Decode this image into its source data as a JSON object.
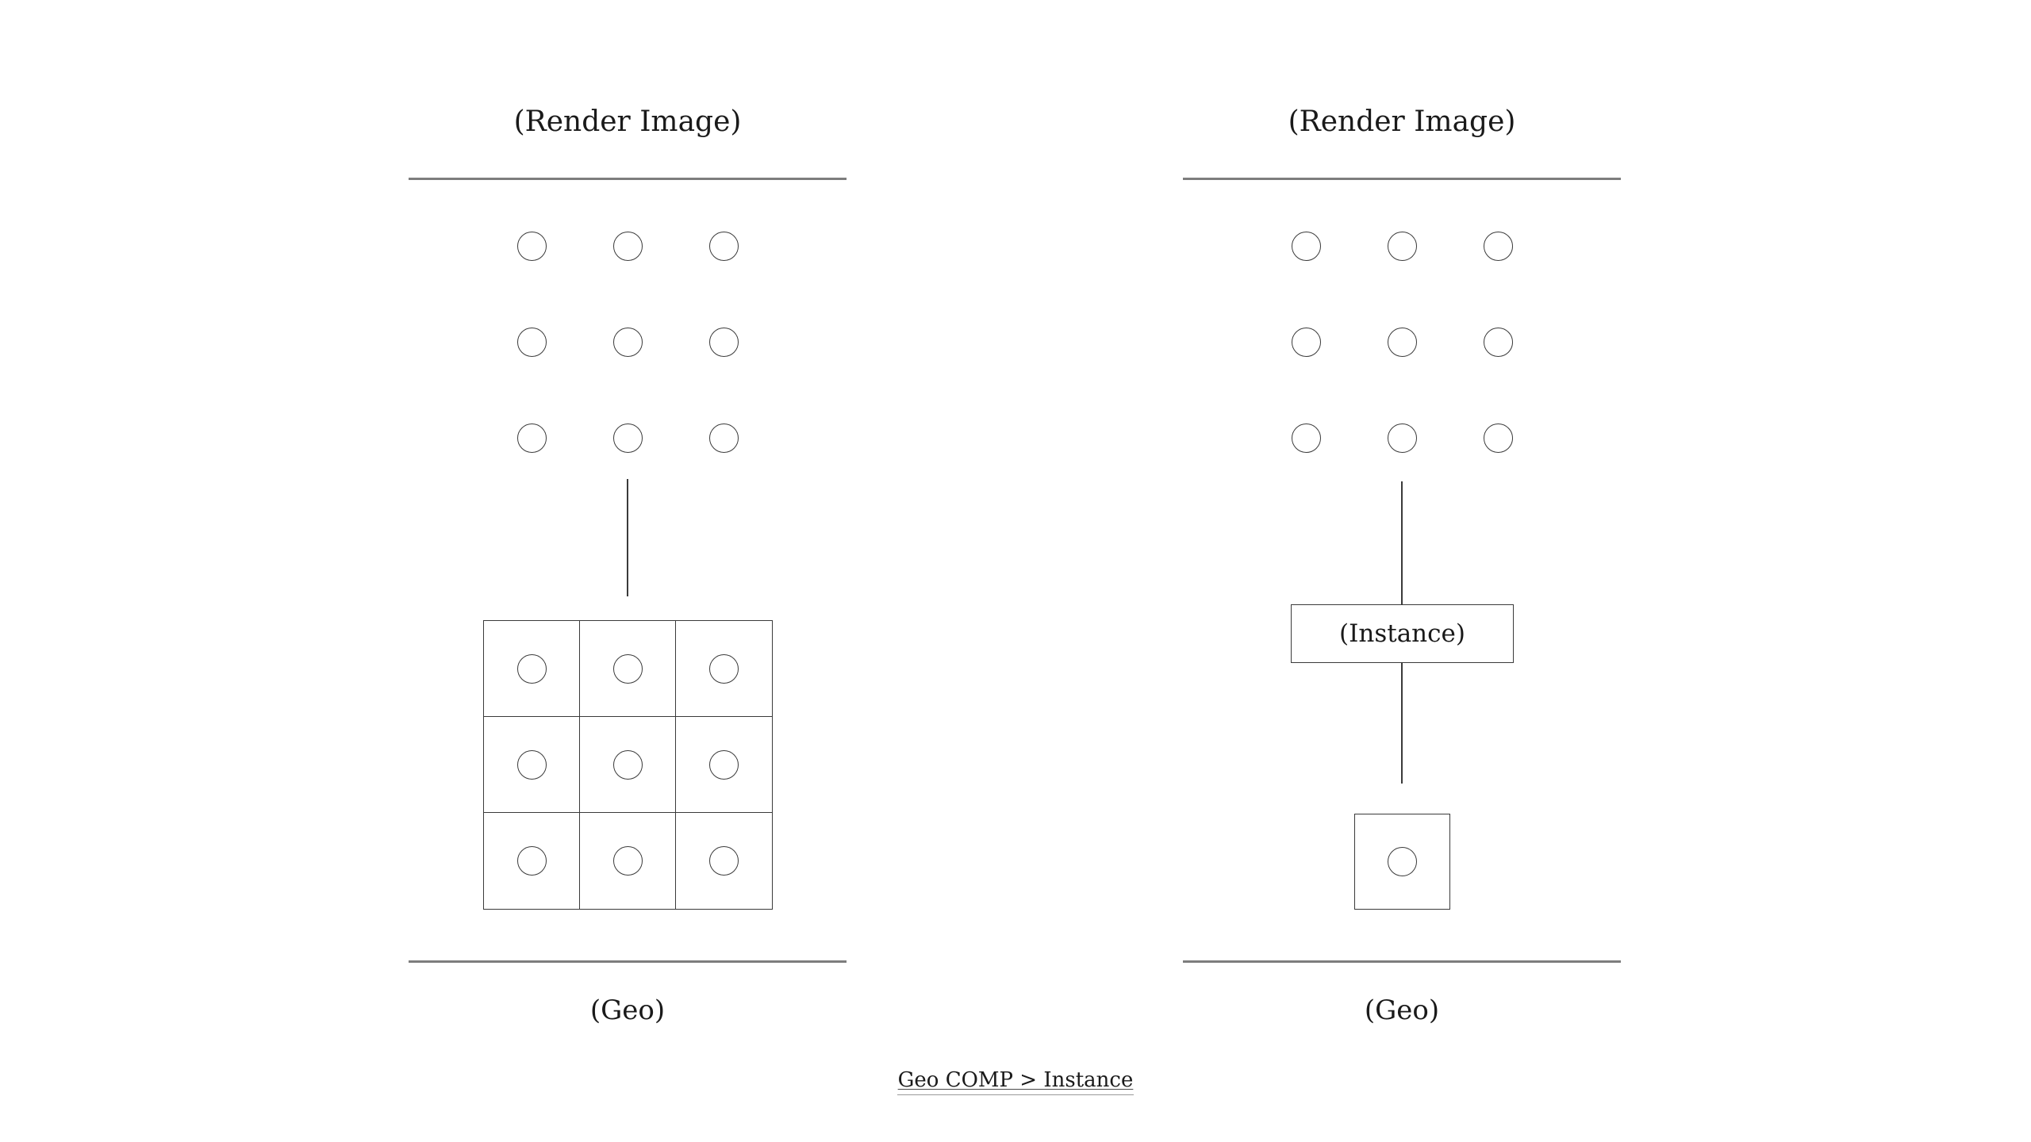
{
  "diagram": {
    "left_panel": {
      "title": "(Render Image)",
      "geo_label": "(Geo)",
      "render_point_rows": 3,
      "render_point_cols": 3,
      "geo_grid_rows": 3,
      "geo_grid_cols": 3
    },
    "right_panel": {
      "title": "(Render Image)",
      "instance_label": "(Instance)",
      "geo_label": "(Geo)",
      "render_point_rows": 3,
      "render_point_cols": 3,
      "geo_cell_count": 1
    },
    "footer_link": "Geo COMP > Instance",
    "colors": {
      "bg": "#ffffff",
      "text": "#1a1a1a",
      "rule": "#7d7d7d",
      "stroke": "#3a3a3a",
      "link_underline": "#9a9a9a"
    }
  }
}
